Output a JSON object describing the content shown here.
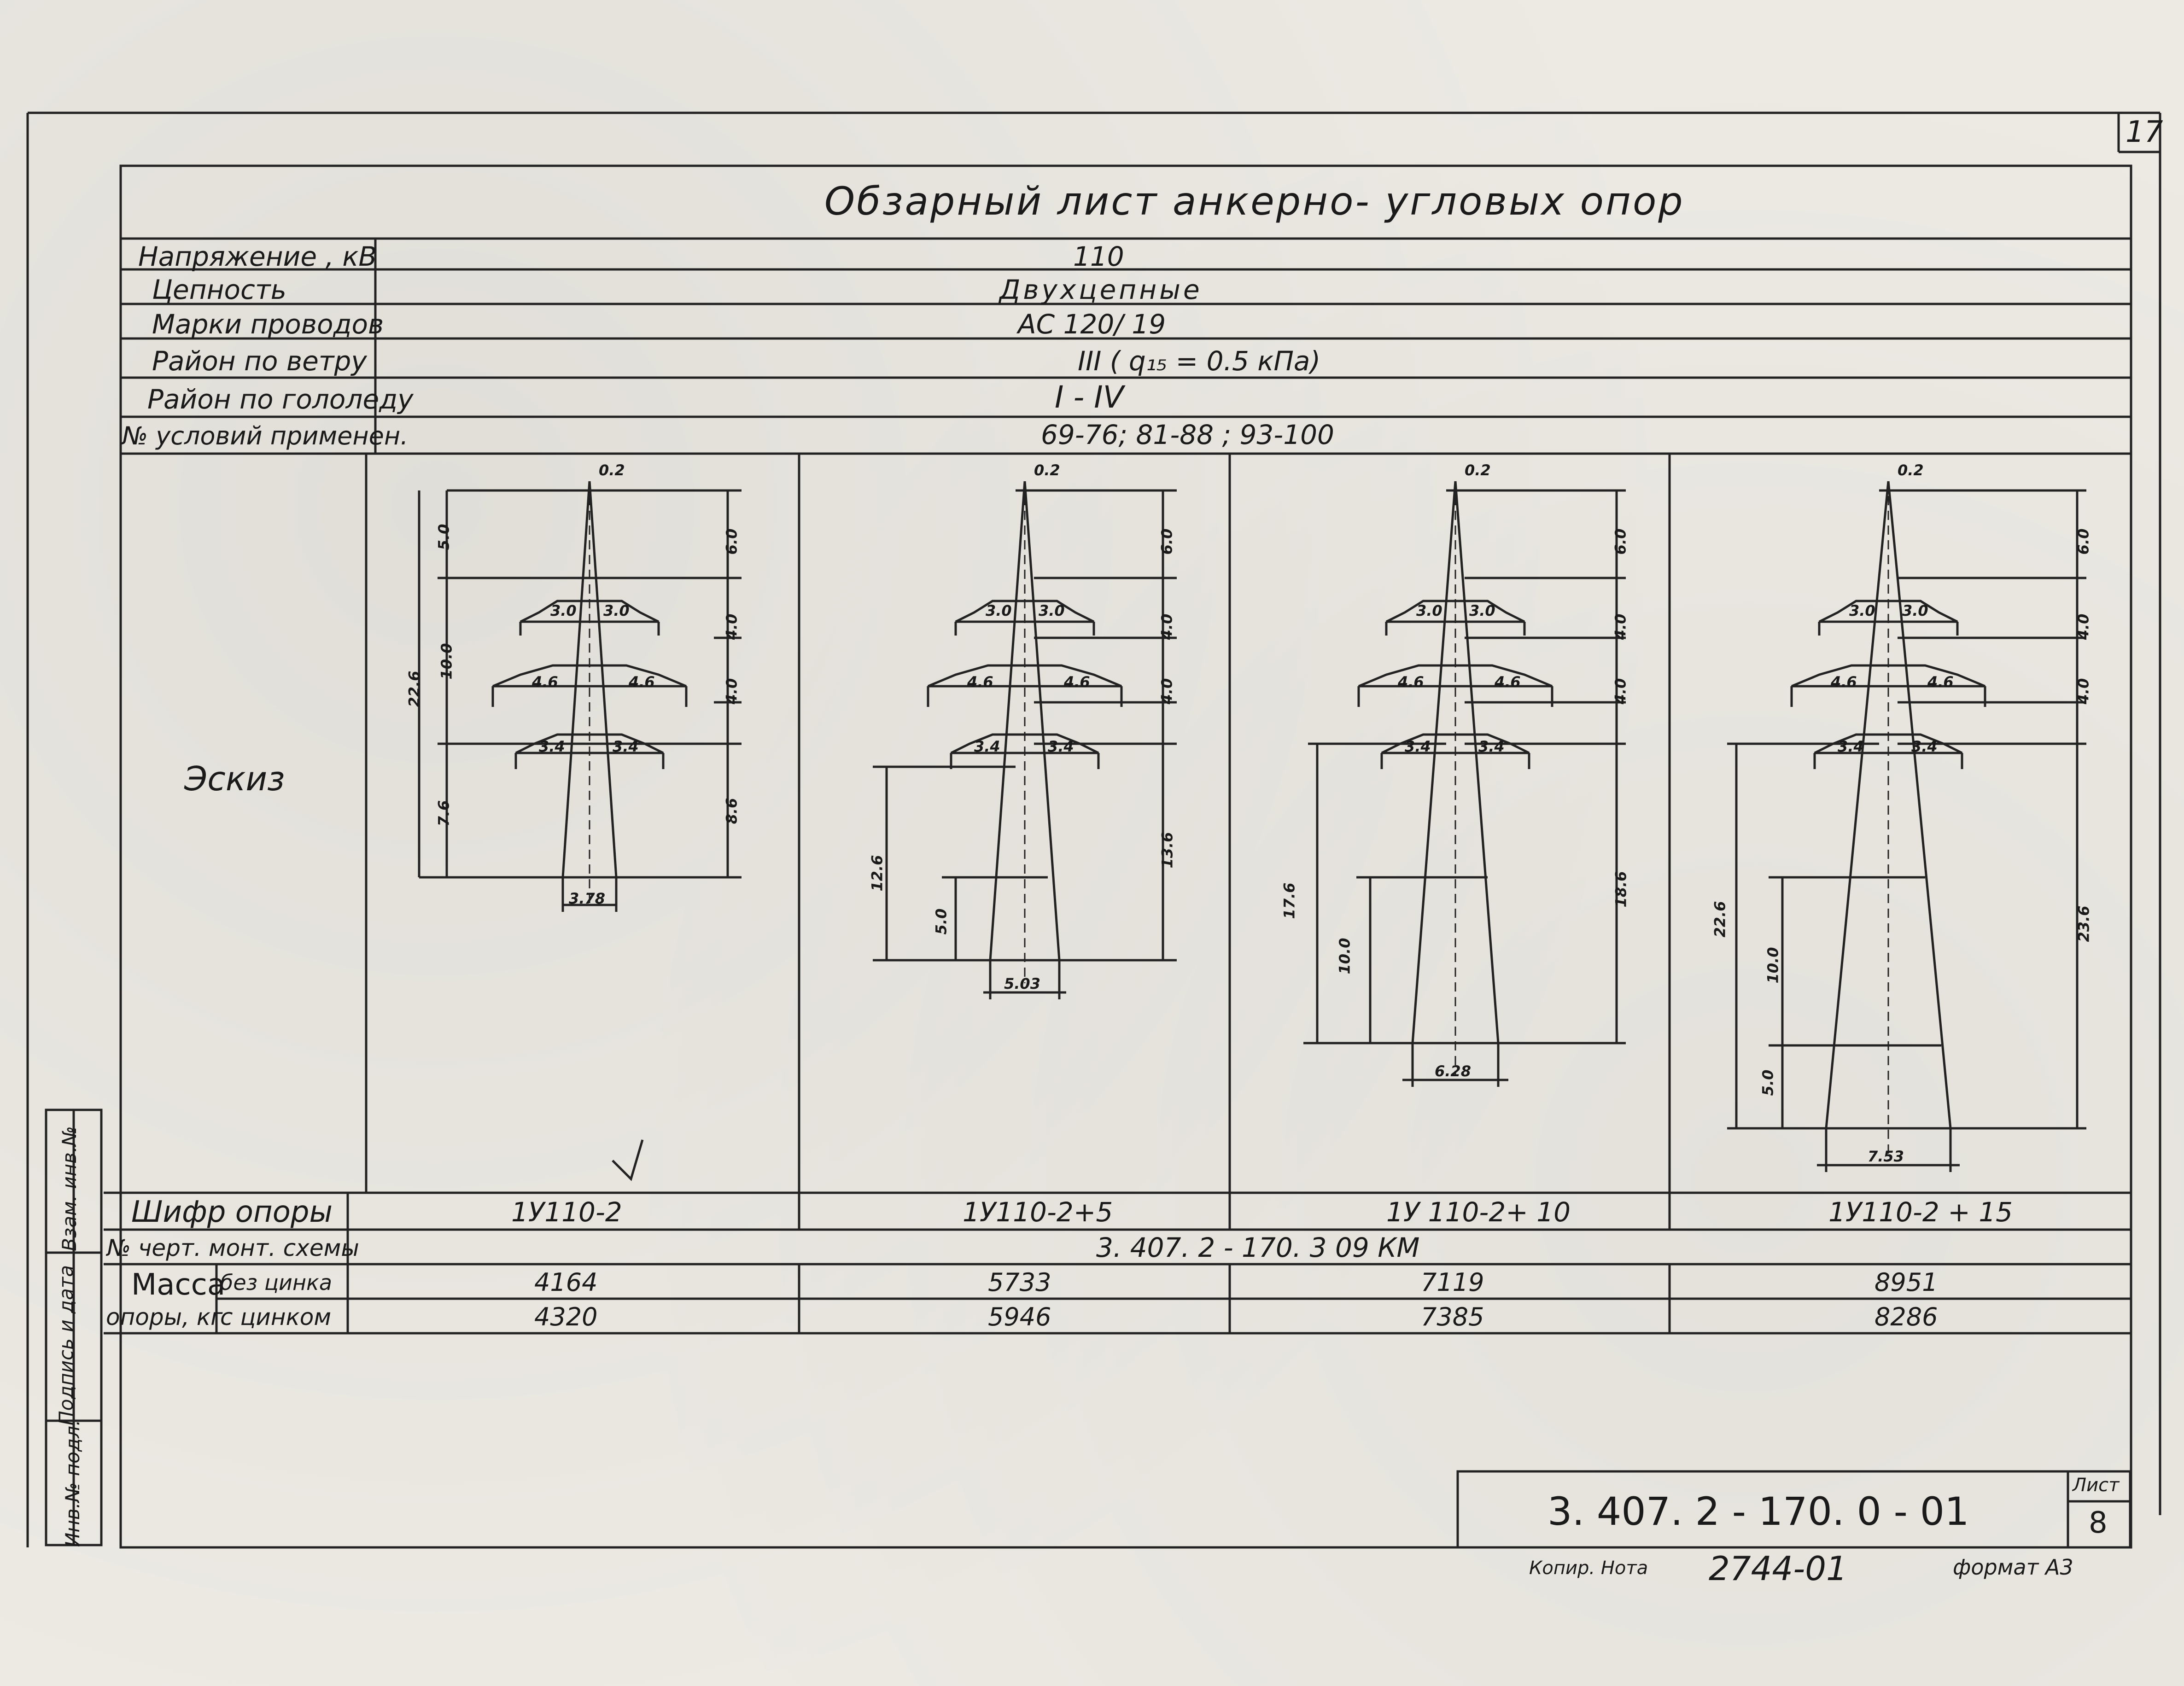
{
  "sheet_number_corner": "17",
  "title": "Обзарный  лист  анкерно- угловых  опор",
  "params": [
    {
      "label": "Напряжение , кВ",
      "value": "110"
    },
    {
      "label": "Цепность",
      "value": "Двухцепные"
    },
    {
      "label": "Марки проводов",
      "value": "АС  120/ 19"
    },
    {
      "label": "Район по ветру",
      "value": "III ( q₁₅ = 0.5 кПа)"
    },
    {
      "label": "Район по гололеду",
      "value": "I - IV"
    },
    {
      "label": "№ условий применен.",
      "value": "69-76;   81-88 ;   93-100"
    }
  ],
  "sketch_label": "Эскиз",
  "supports": [
    {
      "cipher": "1У110-2",
      "mass_no_zinc": "4164",
      "mass_zinc": "4320",
      "dims": {
        "top": "0.2",
        "left_total": "22.6",
        "left_upper": "5.0",
        "left_mid": "10.0",
        "left_low": "7.6",
        "right": [
          "6.0",
          "4.0",
          "4.0",
          "8.6"
        ],
        "arm1": [
          "3.0",
          "3.0"
        ],
        "arm2": [
          "4.6",
          "4.6"
        ],
        "arm3": [
          "3.4",
          "3.4"
        ],
        "base": "3.78"
      }
    },
    {
      "cipher": "1У110-2+5",
      "mass_no_zinc": "5733",
      "mass_zinc": "5946",
      "dims": {
        "top": "0.2",
        "left_total": "12.6",
        "left_low": "5.0",
        "right": [
          "6.0",
          "4.0",
          "4.0",
          "13.6"
        ],
        "arm1": [
          "3.0",
          "3.0"
        ],
        "arm2": [
          "4.6",
          "4.6"
        ],
        "arm3": [
          "3.4",
          "3.4"
        ],
        "base": "5.03"
      }
    },
    {
      "cipher": "1У 110-2+ 10",
      "mass_no_zinc": "7119",
      "mass_zinc": "7385",
      "dims": {
        "top": "0.2",
        "left_total": "17.6",
        "left_low": "10.0",
        "right": [
          "6.0",
          "4.0",
          "4.0",
          "18.6"
        ],
        "arm1": [
          "3.0",
          "3.0"
        ],
        "arm2": [
          "4.6",
          "4.6"
        ],
        "arm3": [
          "3.4",
          "3.4"
        ],
        "base": "6.28"
      }
    },
    {
      "cipher": "1У110-2 + 15",
      "mass_no_zinc": "8951",
      "mass_zinc": "8286",
      "dims": {
        "top": "0.2",
        "left_total": "22.6",
        "left_mid": "10.0",
        "left_low": "5.0",
        "right": [
          "6.0",
          "4.0",
          "4.0",
          "23.6"
        ],
        "arm1": [
          "3.0",
          "3.0"
        ],
        "arm2": [
          "4.6",
          "4.6"
        ],
        "arm3": [
          "3.4",
          "3.4"
        ],
        "base": "7.53"
      }
    }
  ],
  "row_cipher_label": "Шифр  опоры",
  "row_drawing_label": "№ черт. монт. схемы",
  "drawing_number": "3. 407. 2 - 170.   3    09 КМ",
  "mass_label_1": "Масса",
  "mass_label_2": "опоры, кг",
  "no_zinc_label": "без цинка",
  "zinc_label": "с цинком",
  "side_stamp": [
    "Инв.№ подл.",
    "Подпись и дата",
    "Взам. инв.№"
  ],
  "stamp_code": "3. 407. 2 - 170.  0 - 01",
  "sheet_label": "Лист",
  "sheet_no": "8",
  "copied_label": "Копир.  Нота",
  "archive_no": "2744-01",
  "format_label": "формат  А3"
}
